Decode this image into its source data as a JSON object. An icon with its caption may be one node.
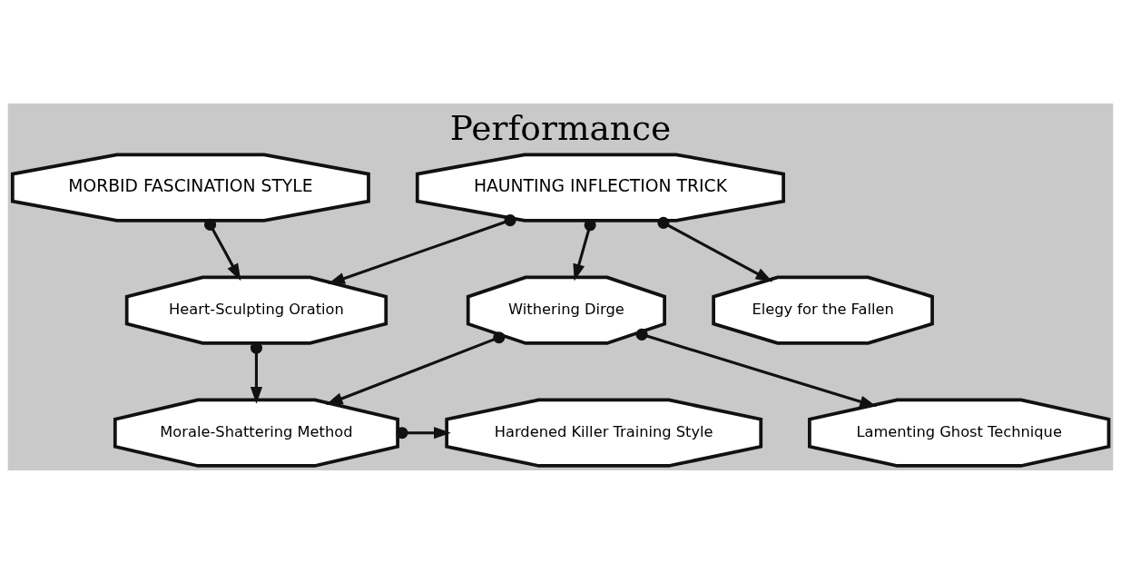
{
  "diagram": {
    "title": "Performance",
    "nodes": [
      {
        "text": [
          "MORBID FASCINATION STYLE"
        ]
      },
      {
        "text": [
          "HAUNTING INFLECTION TRICK"
        ]
      },
      {
        "text": [
          "Heart-Sculpting Oration"
        ]
      },
      {
        "text": [
          "Withering Dirge"
        ]
      },
      {
        "text": [
          "Elegy for the Fallen"
        ]
      },
      {
        "text": [
          "Morale-Shattering Method"
        ]
      },
      {
        "text": [
          "Hardened Killer Training Style"
        ]
      },
      {
        "text": [
          "Lamenting Ghost Technique"
        ]
      }
    ],
    "edges": [
      {
        "from": 0,
        "to": 2,
        "arrow": "to"
      },
      {
        "from": 1,
        "to": 2,
        "arrow": "to"
      },
      {
        "from": 1,
        "to": 3,
        "arrow": "to"
      },
      {
        "from": 1,
        "to": 4,
        "arrow": "to"
      },
      {
        "from": 2,
        "to": 5,
        "arrow": "to"
      },
      {
        "from": 3,
        "to": 5,
        "arrow": "to"
      },
      {
        "from": 3,
        "to": 7,
        "arrow": "to"
      },
      {
        "from": 5,
        "to": 6,
        "arrow": "to"
      }
    ]
  }
}
